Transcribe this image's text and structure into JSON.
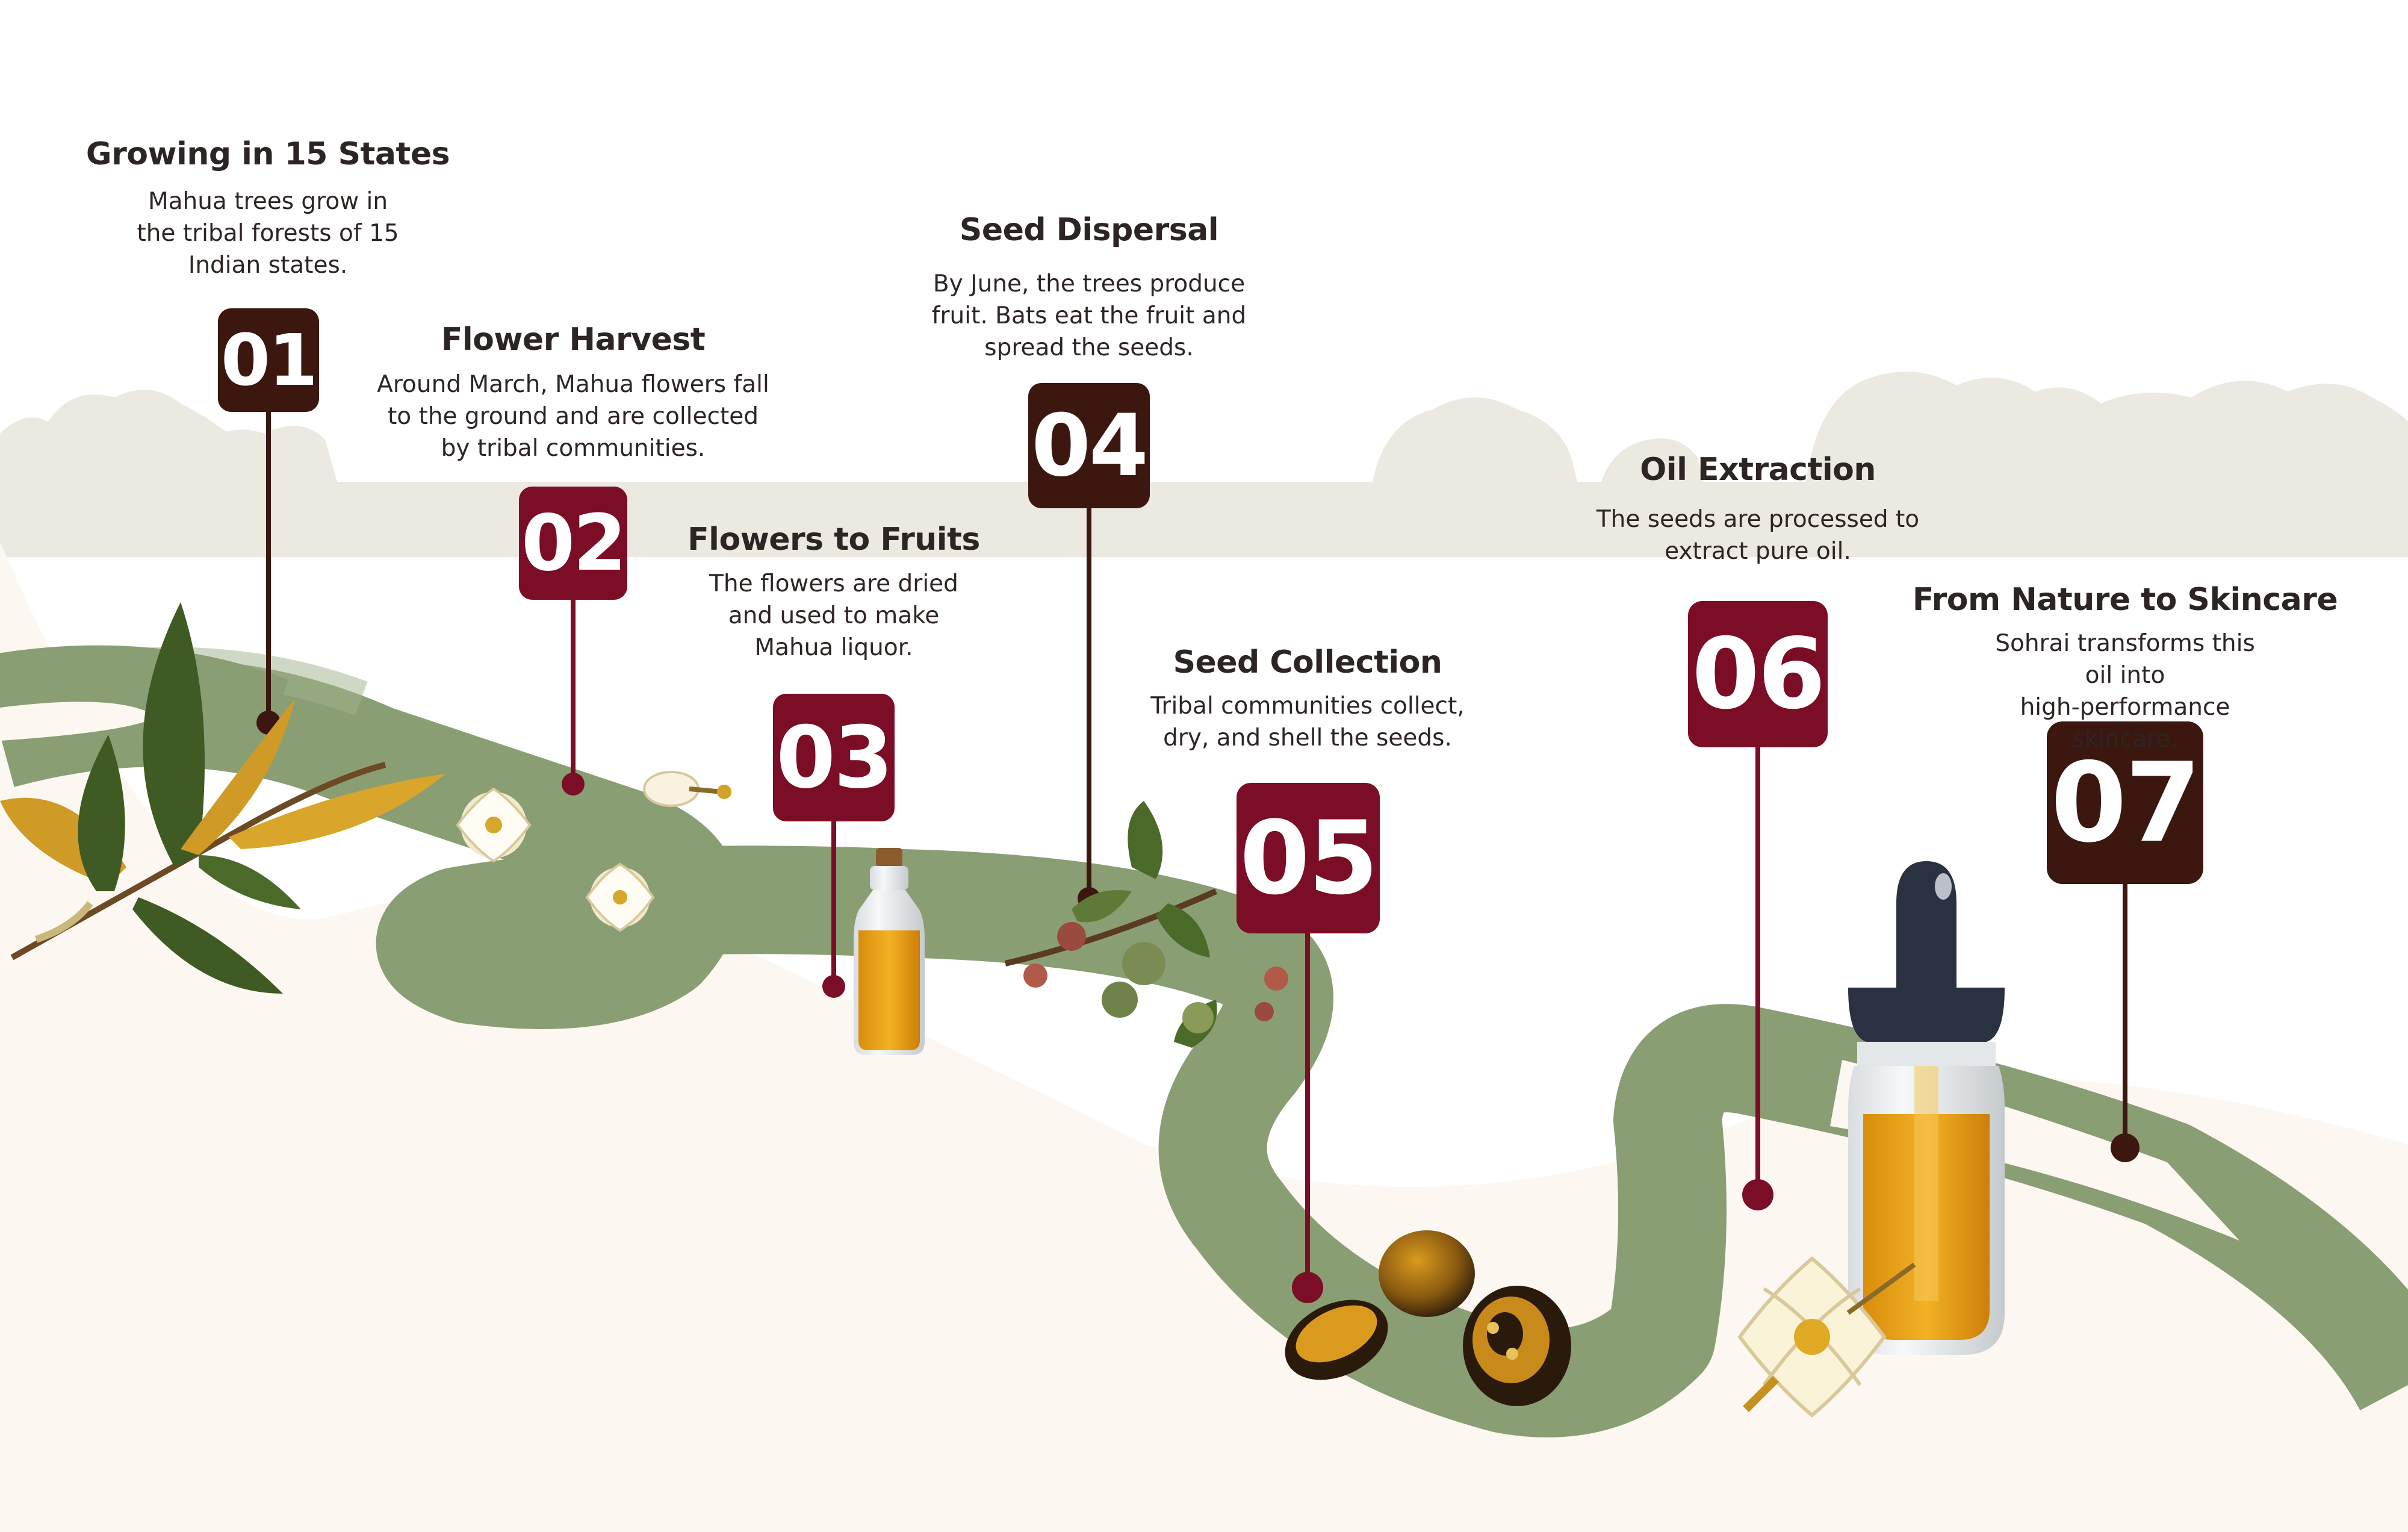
{
  "steps": [
    {
      "number": "01",
      "title": "Growing in 15 States",
      "desc_lines": [
        "Mahua trees grow in",
        "the tribal forests of 15",
        "Indian states."
      ],
      "color": "#3b1710"
    },
    {
      "number": "02",
      "title": "Flower Harvest",
      "desc_lines": [
        "Around March, Mahua flowers fall",
        "to the ground and are collected",
        "by tribal communities."
      ],
      "color": "#7b0d26"
    },
    {
      "number": "03",
      "title": "Flowers to Fruits",
      "desc_lines": [
        "The flowers are dried",
        "and used to make",
        "Mahua liquor."
      ],
      "color": "#7b0d26"
    },
    {
      "number": "04",
      "title": "Seed Dispersal",
      "desc_lines": [
        "By June, the trees produce",
        "fruit. Bats eat the fruit and",
        "spread the seeds."
      ],
      "color": "#3b1710"
    },
    {
      "number": "05",
      "title": "Seed Collection",
      "desc_lines": [
        "Tribal communities collect,",
        "dry, and shell the seeds."
      ],
      "color": "#7b0d26"
    },
    {
      "number": "06",
      "title": "Oil Extraction",
      "desc_lines": [
        "The seeds are processed to",
        "extract pure oil."
      ],
      "color": "#7b0d26"
    },
    {
      "number": "07",
      "title": "From Nature to Skincare",
      "desc_lines": [
        "Sohrai transforms this oil into",
        "high-performance skincare."
      ],
      "color": "#3b1710"
    }
  ],
  "illustrations": [
    "mahua-leaf-branch-icon",
    "mahua-flower-icon",
    "liquor-bottle-icon",
    "mahua-fruit-cluster-icon",
    "mahua-seeds-icon",
    "dropper-bottle-icon",
    "forest-silhouette-icon"
  ],
  "colors": {
    "dark_badge": "#3b1710",
    "red_badge": "#7b0d26",
    "path_green": "#8a9e74",
    "ground_cream": "#fcf8f1",
    "forest_haze": "#ece9e0",
    "text": "#2d2523",
    "oil_amber": "#e8a116"
  }
}
